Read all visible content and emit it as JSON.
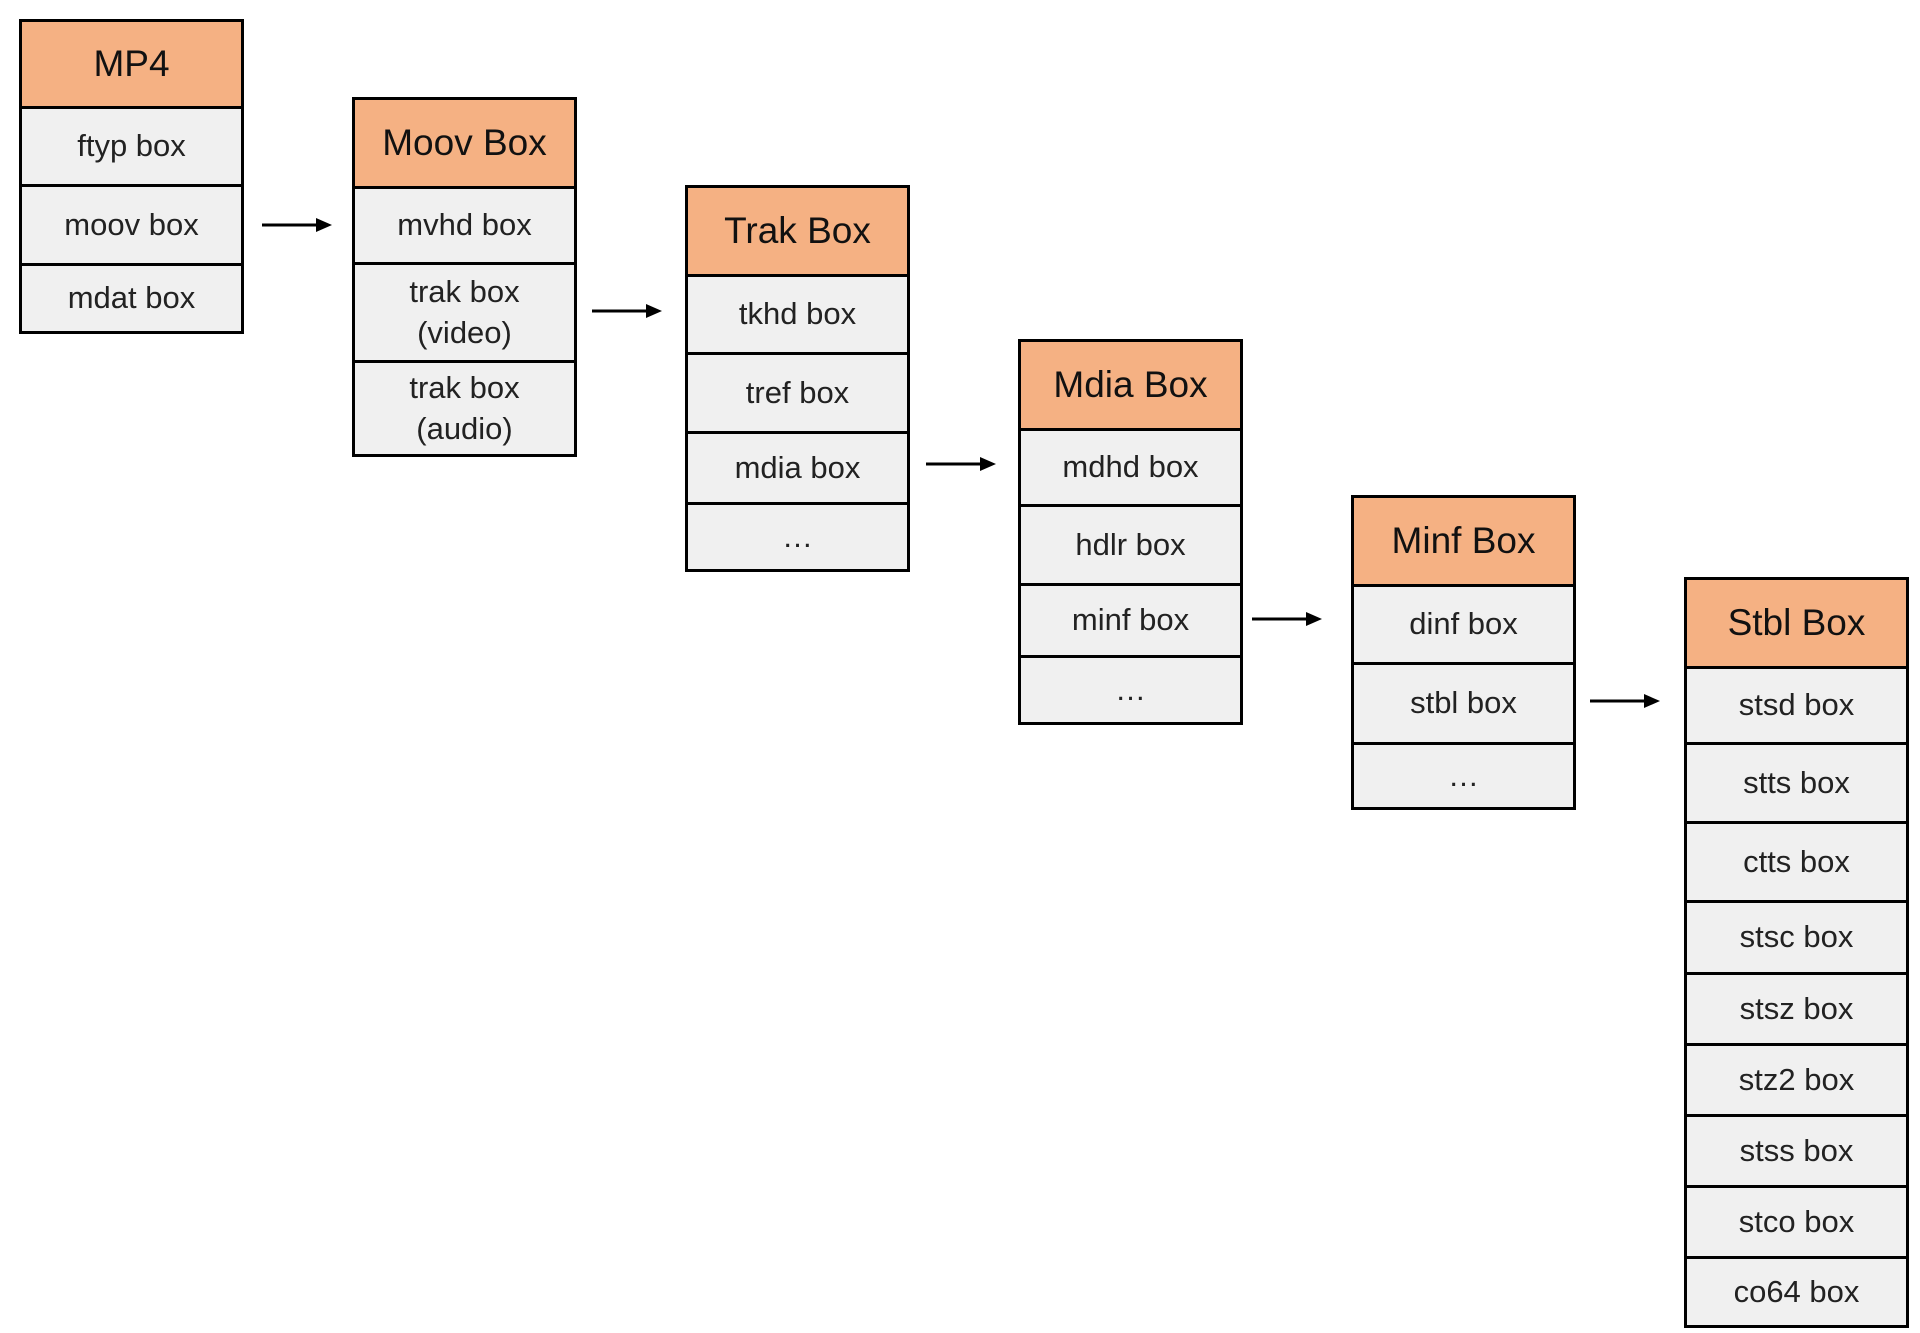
{
  "colors": {
    "header_fill": "#f5b183",
    "cell_fill": "#f0f0f0",
    "border": "#000000",
    "arrow": "#000000"
  },
  "boxes": [
    {
      "title": "MP4",
      "items": [
        "ftyp box",
        "moov box",
        "mdat box"
      ]
    },
    {
      "title": "Moov Box",
      "items": [
        "mvhd box",
        "trak box\n(video)",
        "trak box\n(audio)"
      ]
    },
    {
      "title": "Trak Box",
      "items": [
        "tkhd box",
        "tref box",
        "mdia box",
        "…"
      ]
    },
    {
      "title": "Mdia Box",
      "items": [
        "mdhd box",
        "hdlr box",
        "minf box",
        "…"
      ]
    },
    {
      "title": "Minf Box",
      "items": [
        "dinf box",
        "stbl box",
        "…"
      ]
    },
    {
      "title": "Stbl Box",
      "items": [
        "stsd box",
        "stts box",
        "ctts box",
        "stsc box",
        "stsz box",
        "stz2 box",
        "stss box",
        "stco box",
        "co64 box"
      ]
    }
  ],
  "arrows": [
    {
      "from_box": "MP4",
      "from_item": "moov box",
      "to_box": "Moov Box"
    },
    {
      "from_box": "Moov Box",
      "from_item": "trak box (video)",
      "to_box": "Trak Box"
    },
    {
      "from_box": "Trak Box",
      "from_item": "mdia box",
      "to_box": "Mdia Box"
    },
    {
      "from_box": "Mdia Box",
      "from_item": "minf box",
      "to_box": "Minf Box"
    },
    {
      "from_box": "Minf Box",
      "from_item": "stbl box",
      "to_box": "Stbl Box"
    }
  ]
}
